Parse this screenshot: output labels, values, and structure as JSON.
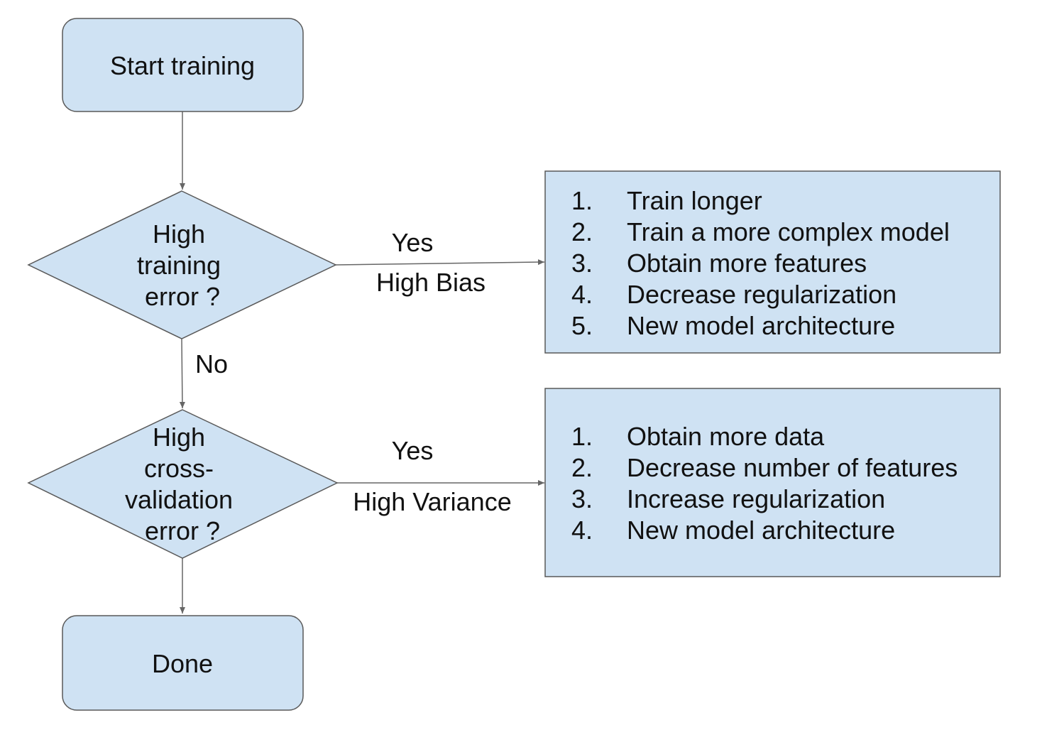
{
  "colors": {
    "node_fill": "#cfe2f3",
    "node_stroke": "#595959",
    "edge_stroke": "#666666"
  },
  "nodes": {
    "start": {
      "label": "Start training"
    },
    "decision_bias": {
      "lines": [
        "High",
        "training",
        "error ?"
      ]
    },
    "decision_variance": {
      "lines": [
        "High",
        "cross-",
        "validation",
        "error ?"
      ]
    },
    "done": {
      "label": "Done"
    }
  },
  "edges": {
    "bias_yes": {
      "label": "Yes",
      "sublabel": "High Bias"
    },
    "bias_no": {
      "label": "No"
    },
    "variance_yes": {
      "label": "Yes",
      "sublabel": "High Variance"
    }
  },
  "bias_remedies": {
    "items": [
      {
        "num": "1.",
        "text": "Train longer"
      },
      {
        "num": "2.",
        "text": "Train a more complex model"
      },
      {
        "num": "3.",
        "text": "Obtain more features"
      },
      {
        "num": "4.",
        "text": "Decrease regularization"
      },
      {
        "num": "5.",
        "text": "New model architecture"
      }
    ]
  },
  "variance_remedies": {
    "items": [
      {
        "num": "1.",
        "text": "Obtain more data"
      },
      {
        "num": "2.",
        "text": "Decrease number of features"
      },
      {
        "num": "3.",
        "text": "Increase regularization"
      },
      {
        "num": "4.",
        "text": "New model architecture"
      }
    ]
  }
}
